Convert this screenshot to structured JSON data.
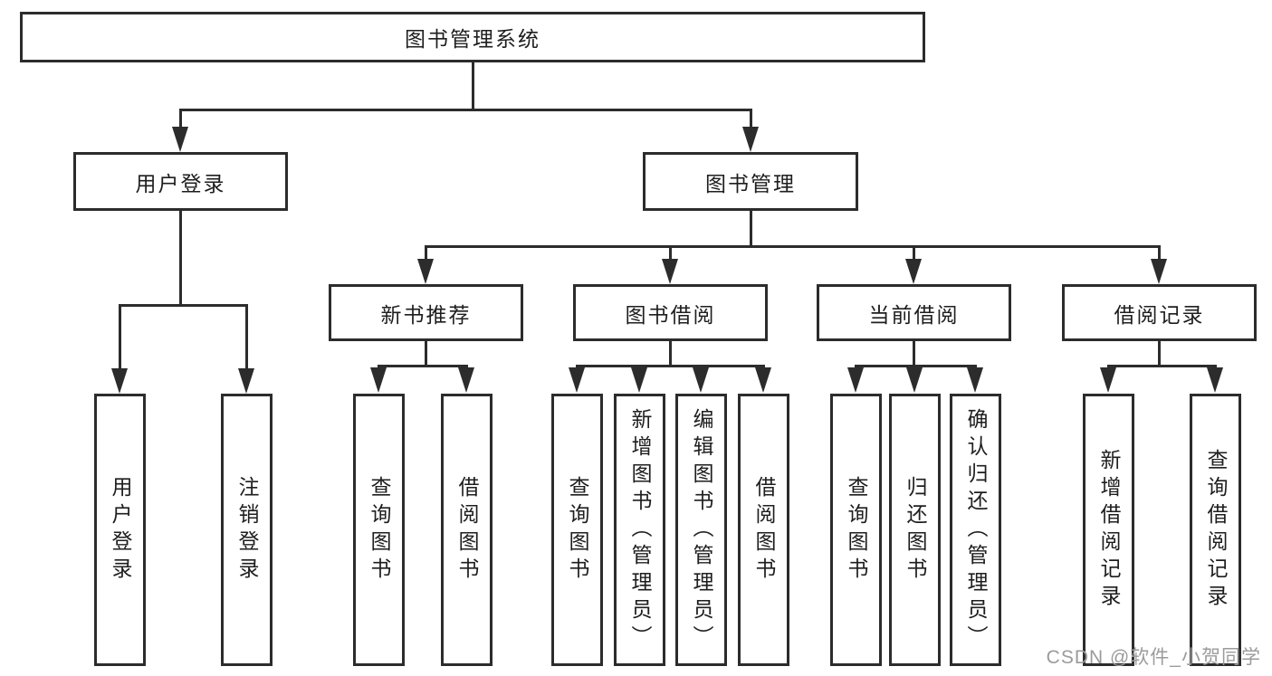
{
  "diagram": {
    "root": {
      "label": "图书管理系统"
    },
    "level2": [
      {
        "label": "用户登录"
      },
      {
        "label": "图书管理"
      }
    ],
    "level3": [
      {
        "label": "新书推荐"
      },
      {
        "label": "图书借阅"
      },
      {
        "label": "当前借阅"
      },
      {
        "label": "借阅记录"
      }
    ],
    "leaves": [
      {
        "label": "用户登录"
      },
      {
        "label": "注销登录"
      },
      {
        "label": "查询图书"
      },
      {
        "label": "借阅图书"
      },
      {
        "label": "查询图书"
      },
      {
        "label": "新增图书（管理员）"
      },
      {
        "label": "编辑图书（管理员）"
      },
      {
        "label": "借阅图书"
      },
      {
        "label": "查询图书"
      },
      {
        "label": "归还图书"
      },
      {
        "label": "确认归还（管理员）"
      },
      {
        "label": "新增借阅记录"
      },
      {
        "label": "查询借阅记录"
      }
    ],
    "watermark": "CSDN @软件_小贺同学",
    "colors": {
      "line": "#2c2c2c",
      "text": "#1e1e1e",
      "background": "#ffffff",
      "watermark": "#9b9b9b"
    }
  }
}
